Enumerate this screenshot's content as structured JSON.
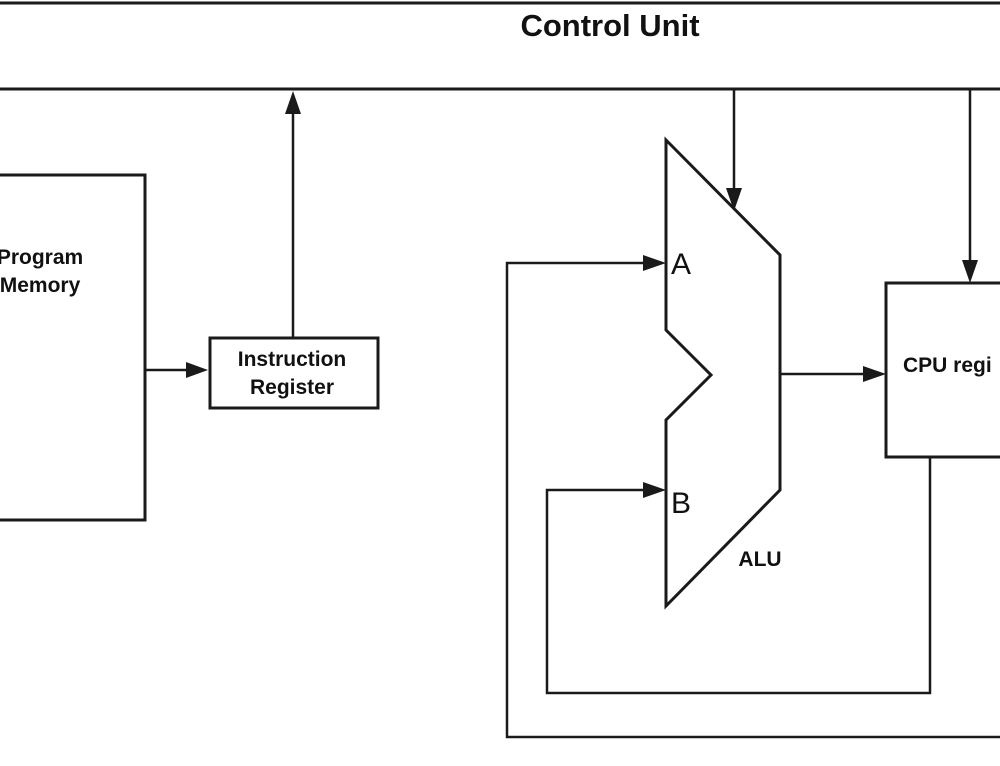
{
  "control_unit": {
    "title": "Control Unit"
  },
  "program_memory": {
    "line1": "Program",
    "line2": "Memory"
  },
  "instruction_register": {
    "line1": "Instruction",
    "line2": "Register"
  },
  "alu": {
    "label": "ALU",
    "port_a": "A",
    "port_b": "B"
  },
  "cpu_registers": {
    "label": "CPU regi"
  }
}
